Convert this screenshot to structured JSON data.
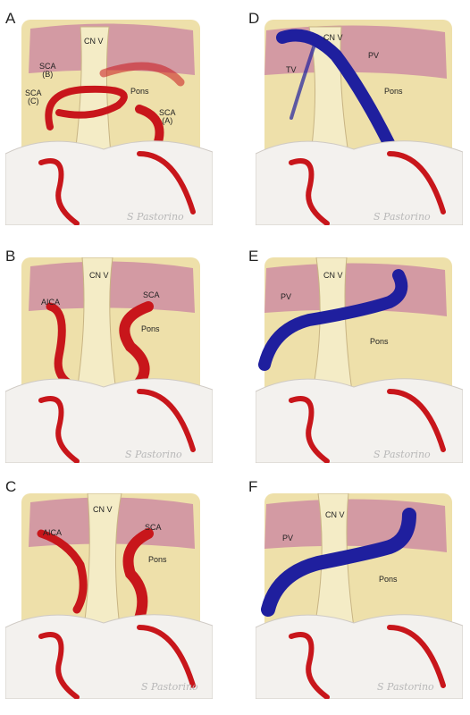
{
  "colors": {
    "pons": "#eee0aa",
    "pons_shade": "#d8c487",
    "tent": "#d39aa3",
    "nerve": "#f4ecc6",
    "artery": "#c8161b",
    "vein": "#1f1f9e",
    "cerebellum": "#f3f1ee",
    "signature": "#b9b9b9"
  },
  "signature_text": "S Pastorino",
  "panels": [
    {
      "letter": "A",
      "labels": {
        "cnv": "CN V",
        "pons": "Pons",
        "sca_b": "SCA\n(B)",
        "sca_c": "SCA\n(C)",
        "sca_a": "SCA\n(A)"
      }
    },
    {
      "letter": "B",
      "labels": {
        "cnv": "CN V",
        "aica": "AICA",
        "sca": "SCA",
        "pons": "Pons"
      }
    },
    {
      "letter": "C",
      "labels": {
        "cnv": "CN V",
        "aica": "AICA",
        "sca": "SCA",
        "pons": "Pons"
      }
    },
    {
      "letter": "D",
      "labels": {
        "cnv": "CN V",
        "tv": "TV",
        "pv": "PV",
        "pons": "Pons"
      }
    },
    {
      "letter": "E",
      "labels": {
        "cnv": "CN V",
        "pv": "PV",
        "pons": "Pons"
      }
    },
    {
      "letter": "F",
      "labels": {
        "cnv": "CN V",
        "pv": "PV",
        "pons": "Pons"
      }
    }
  ]
}
